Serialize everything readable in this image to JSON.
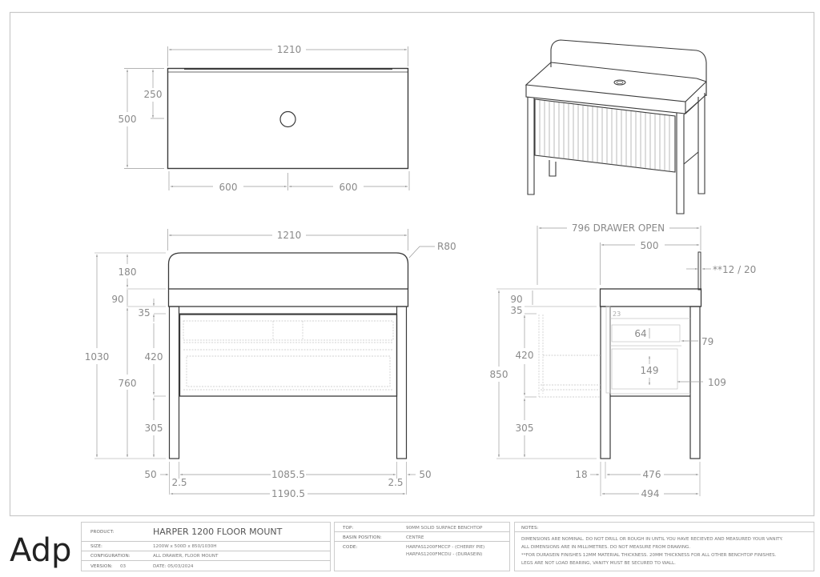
{
  "plan_view": {
    "width": "1210",
    "depth": "500",
    "basin_offset": "250",
    "left_half": "600",
    "right_half": "600"
  },
  "front_elevation": {
    "top_width": "1210",
    "radius": "R80",
    "splashback_height": "180",
    "benchtop_thickness": "90",
    "gap": "35",
    "drawer_height": "420",
    "total_height": "1030",
    "benchtop_to_floor": "760",
    "leg_clearance": "305",
    "leg_width_left": "50",
    "leg_width_right": "50",
    "inset_left": "2.5",
    "inset_right": "2.5",
    "inner_width": "1085.5",
    "outer_width": "1190.5"
  },
  "side_elevation": {
    "drawer_open": "796 DRAWER OPEN",
    "depth": "500",
    "splashback_thickness": "**12 / 20",
    "benchtop_thickness": "90",
    "gap": "35",
    "drawer_height": "420",
    "height": "850",
    "leg_clearance": "305",
    "upper_internal": "64",
    "upper_setback": "79",
    "lower_internal": "149",
    "lower_setback": "109",
    "leg_depth": "18",
    "inner_depth": "476",
    "outer_depth": "494"
  },
  "title_block": {
    "logo": "Adp",
    "product": {
      "product_label": "PRODUCT:",
      "product_value": "HARPER 1200 FLOOR MOUNT",
      "size_label": "SIZE:",
      "size_value": "1200W x 500D x 850/1030H",
      "configuration_label": "CONFIGURATION:",
      "configuration_value": "ALL DRAWER, FLOOR MOUNT",
      "version_label": "VERSION:",
      "version_value": "03",
      "date_value": "DATE: 05/03/2024"
    },
    "specs": {
      "top_label": "TOP:",
      "top_value": "90MM SOLID SURFACE BENCHTOP",
      "basin_label": "BASIN POSITION:",
      "basin_value": "CENTRE",
      "code_label": "CODE:",
      "code_1": "HARFAS1200FMCCP - (CHERRY PIE)",
      "code_2": "HARFAS1200FMCDU - (DURASEIN)"
    },
    "notes": {
      "label": "NOTES:",
      "lines": [
        "DIMENSIONS ARE NOMINAL. DO NOT DRILL OR ROUGH IN UNTIL YOU HAVE RECIEVED AND MEASURED YOUR VANITY.",
        "ALL DIMENSIONS ARE IN MILLIMETRES. DO NOT MEASURE FROM DRAWING.",
        "**FOR DURASEIN FINISHES 12MM MATERIAL THICKNESS. 20MM THICKNESS FOR ALL OTHER BENCHTOP FINISHES.",
        "LEGS ARE NOT LOAD BEARING, VANITY MUST BE SECURED TO WALL."
      ]
    }
  },
  "colors": {
    "outline": "#3a3a3a",
    "dimension": "#9a9a9a",
    "frame": "#c8c8c8",
    "hidden": "#c4c4c4"
  }
}
